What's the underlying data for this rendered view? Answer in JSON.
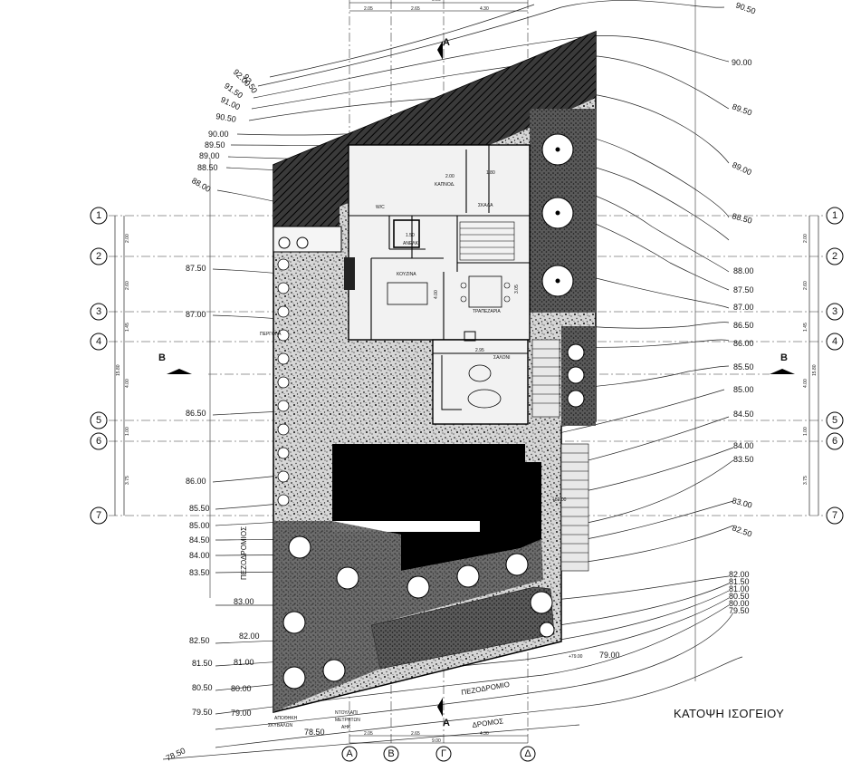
{
  "drawing_title": "ΚΑΤΟΨΗ ΙΣΟΓΕΙΟΥ",
  "grid_rows": [
    "1",
    "2",
    "3",
    "4",
    "5",
    "6",
    "7"
  ],
  "grid_cols": [
    "Α",
    "Β",
    "Γ",
    "Δ"
  ],
  "section_marks": {
    "a": "A",
    "b": "B"
  },
  "row_spacings": [
    "2.00",
    "2.60",
    "1.45",
    "4.00",
    "1.00",
    "3.75"
  ],
  "row_total": "15.80",
  "col_spacings": [
    "2.05",
    "2.65",
    "4.30"
  ],
  "col_total": "9.00",
  "contours_left": [
    "92.50",
    "92.00",
    "91.50",
    "91.00",
    "90.50",
    "90.00",
    "89.50",
    "89.00",
    "88.50",
    "88.00",
    "87.50",
    "87.00",
    "86.50",
    "86.00",
    "85.50",
    "85.00",
    "84.50",
    "84.00",
    "83.50",
    "83.00",
    "82.50",
    "82.00",
    "81.50",
    "81.00",
    "80.50",
    "80.00",
    "79.50",
    "79.00",
    "78.50",
    "78.50"
  ],
  "contours_right": [
    "90.50",
    "90.00",
    "89.50",
    "89.00",
    "88.50",
    "88.00",
    "87.50",
    "87.00",
    "86.50",
    "86.00",
    "85.50",
    "85.00",
    "84.50",
    "84.00",
    "83.50",
    "83.00",
    "82.50",
    "82.00",
    "81.50",
    "81.00",
    "80.50",
    "80.00",
    "79.50",
    "79.00"
  ],
  "rooms": {
    "kitchen": "ΚΟΥΖΙΝΑ",
    "dining": "ΤΡΑΠΕΖΑΡΙΑ",
    "living": "ΣΑΛΟΝΙ",
    "chimney": "ΚΑΠΝΟΔ.",
    "storage": "ΑΠΟΘΗΚΗ",
    "pergola": "ΠΕΡΓΟΛΑ",
    "stair": "ΣΚΑΛΑ",
    "lift": "ΑΝΕΛΚ.",
    "bath": "W/C"
  },
  "misc_dims": [
    "2.00",
    "1.80",
    "1.50",
    "4.00",
    "3.05",
    "2.95"
  ],
  "spot_levels": [
    "+82.00",
    "+79.00"
  ],
  "street_labels": {
    "sidewalk_left": "ΠΕΖΟΔΡΟΜΙΟΣ",
    "sidewalk_bottom": "ΠΕΖΟΔΡΟΜΙΟ",
    "road": "ΔΡΟΜΟΣ"
  },
  "annotations": {
    "storage_a": "ΑΠΟΘΗΚΗ",
    "storage_b": "ΣΚΥΒΑΛΩΝ",
    "meter_a": "ΝΤΟΥΛΑΠΙ",
    "meter_b": "ΜΕΤΡΗΤΩΝ",
    "meter_c": "ΑΗΚ"
  }
}
